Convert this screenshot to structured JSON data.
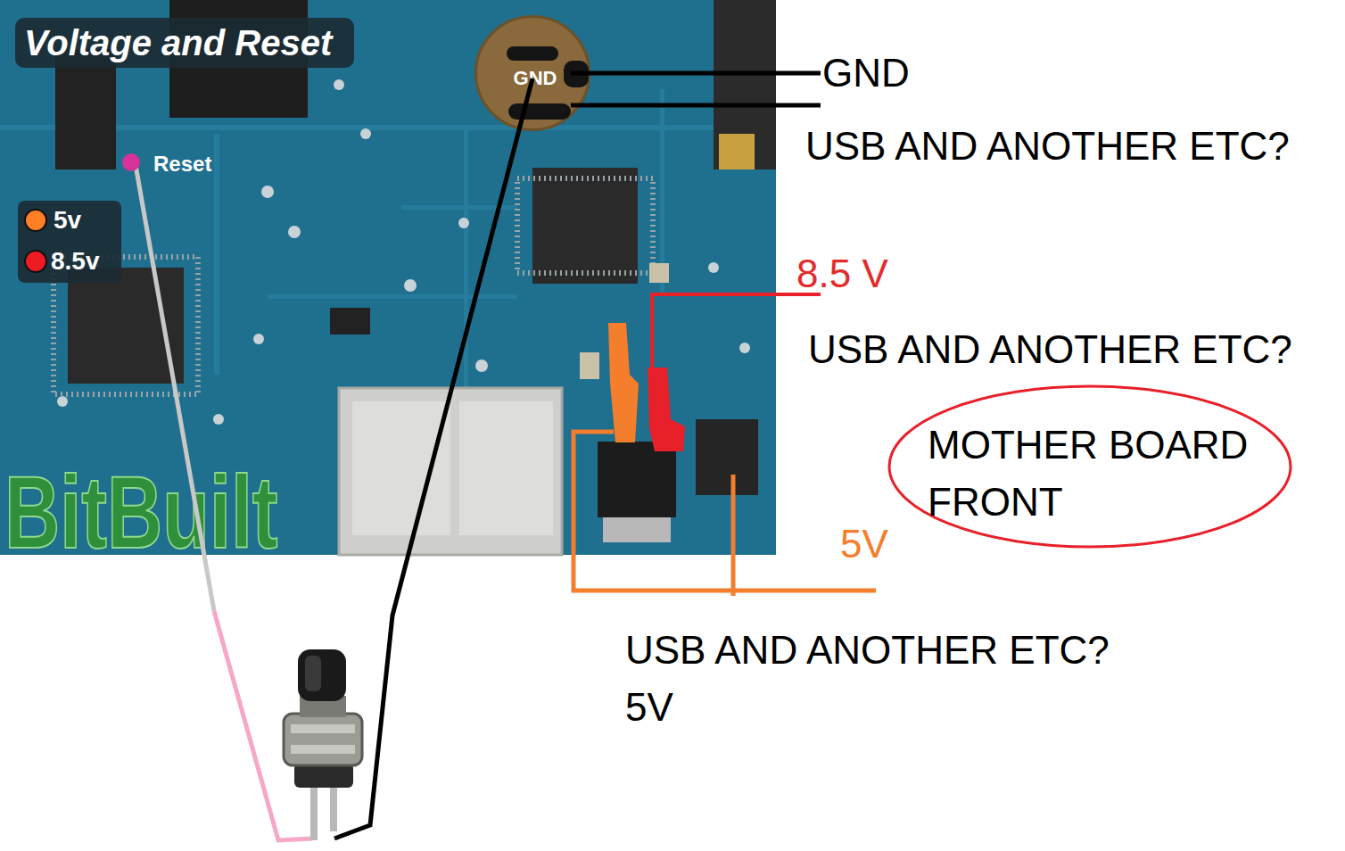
{
  "diagram": {
    "title": "Voltage and Reset",
    "nodes": [
      {
        "text": [
          "GND"
        ]
      },
      {
        "text": [
          "MOTHER BOARD FRONT"
        ]
      }
    ],
    "labels": [
      "Reset",
      "BitBuilt",
      "GND",
      "USB AND ANOTHER ETC?",
      "8.5 V",
      "USB AND ANOTHER ETC?",
      "5V",
      "USB AND ANOTHER ETC?",
      "5V"
    ],
    "legend": [
      {
        "text": "5v",
        "color": "#ff7f27"
      },
      {
        "text": "8.5v",
        "color": "#ed1c24"
      }
    ]
  }
}
